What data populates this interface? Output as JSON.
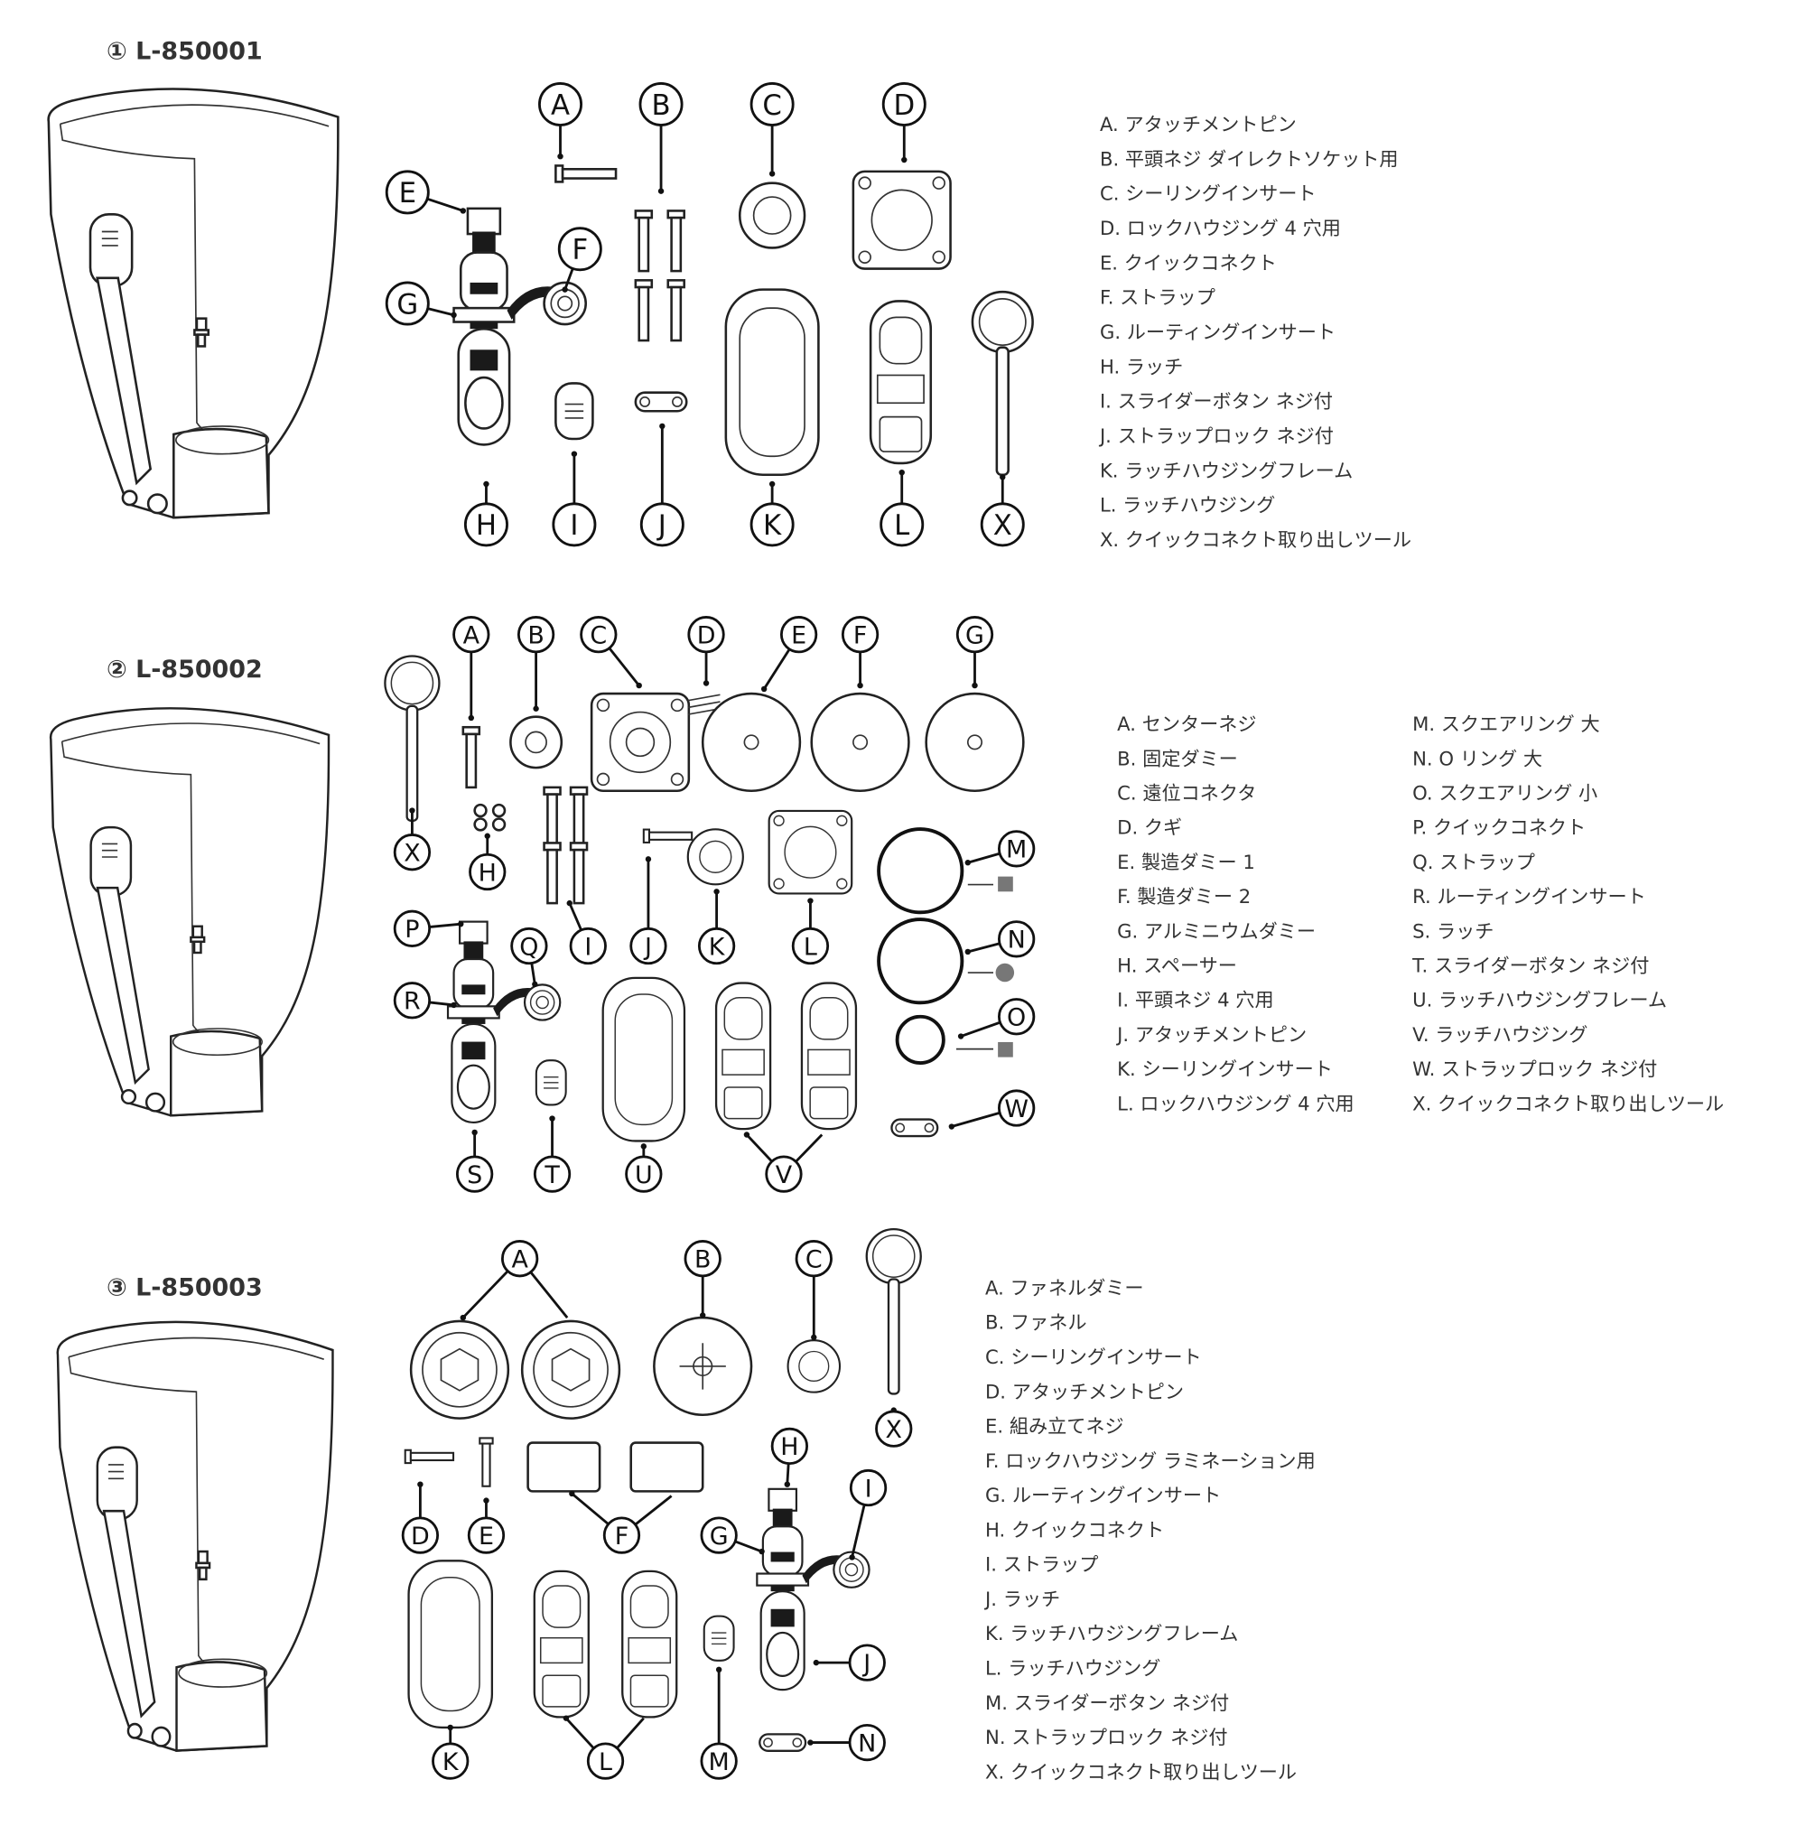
{
  "sections": [
    {
      "title": "① L-850001",
      "callouts": [
        "A",
        "B",
        "C",
        "D",
        "E",
        "F",
        "G",
        "H",
        "I",
        "J",
        "K",
        "L",
        "X"
      ],
      "legend": [
        "A. アタッチメントピン",
        "B. 平頭ネジ ダイレクトソケット用",
        "C. シーリングインサート",
        "D. ロックハウジング 4 穴用",
        "E. クイックコネクト",
        "F. ストラップ",
        "G. ルーティングインサート",
        "H. ラッチ",
        "I. スライダーボタン ネジ付",
        "J. ストラップロック ネジ付",
        "K. ラッチハウジングフレーム",
        "L. ラッチハウジング",
        "X. クイックコネクト取り出しツール"
      ]
    },
    {
      "title": "② L-850002",
      "callouts": [
        "A",
        "B",
        "C",
        "D",
        "E",
        "F",
        "G",
        "X",
        "H",
        "I",
        "J",
        "K",
        "L",
        "M",
        "N",
        "O",
        "W",
        "P",
        "Q",
        "R",
        "S",
        "T",
        "U",
        "V"
      ],
      "legend_left": [
        "A. センターネジ",
        "B. 固定ダミー",
        "C. 遠位コネクタ",
        "D. クギ",
        "E. 製造ダミー 1",
        "F. 製造ダミー 2",
        "G. アルミニウムダミー",
        "H. スペーサー",
        "I. 平頭ネジ 4 穴用",
        "J. アタッチメントピン",
        "K. シーリングインサート",
        "L. ロックハウジング 4 穴用"
      ],
      "legend_right": [
        "M. スクエアリング 大",
        "N. O リング 大",
        "O. スクエアリング 小",
        "P. クイックコネクト",
        "Q. ストラップ",
        "R. ルーティングインサート",
        "S. ラッチ",
        "T. スライダーボタン ネジ付",
        "U. ラッチハウジングフレーム",
        "V. ラッチハウジング",
        "W. ストラップロック ネジ付",
        "X. クイックコネクト取り出しツール"
      ]
    },
    {
      "title": "③ L-850003",
      "callouts": [
        "A",
        "B",
        "C",
        "X",
        "H",
        "I",
        "D",
        "E",
        "F",
        "G",
        "J",
        "K",
        "L",
        "M",
        "N"
      ],
      "legend": [
        "A. ファネルダミー",
        "B. ファネル",
        "C. シーリングインサート",
        "D. アタッチメントピン",
        "E. 組み立てネジ",
        "F. ロックハウジング ラミネーション用",
        "G. ルーティングインサート",
        "H. クイックコネクト",
        "I. ストラップ",
        "J. ラッチ",
        "K. ラッチハウジングフレーム",
        "L. ラッチハウジング",
        "M. スライダーボタン ネジ付",
        "N. ストラップロック ネジ付",
        "X. クイックコネクト取り出しツール"
      ]
    }
  ]
}
